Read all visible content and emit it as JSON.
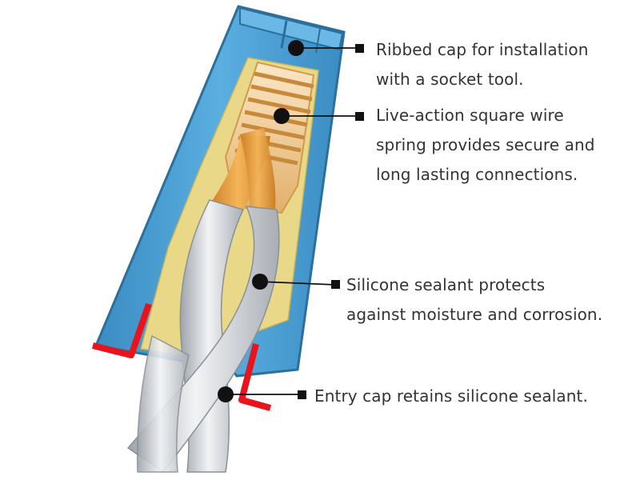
{
  "colors": {
    "shell_blue": "#4a9ccc",
    "shell_dark": "#2f7fb2",
    "spring_orange": "#e59a37",
    "wire_silver": "#c9cdd2",
    "sealant_yellow": "#e6d27a",
    "leader_black": "#111111",
    "marker_red": "#e8141c",
    "text": "#333333"
  },
  "icons": [
    "dot-marker",
    "square-bullet",
    "red-bracket-marker"
  ],
  "callouts": {
    "cap": {
      "line1": "Ribbed cap for installation",
      "line2": "with a socket tool."
    },
    "spring": {
      "line1": "Live-action square wire",
      "line2": "spring provides secure and",
      "line3": "long lasting connections."
    },
    "sealant": {
      "line1": "Silicone sealant protects",
      "line2": "against moisture and corrosion."
    },
    "entry": {
      "line1": "Entry cap retains silicone sealant."
    }
  }
}
